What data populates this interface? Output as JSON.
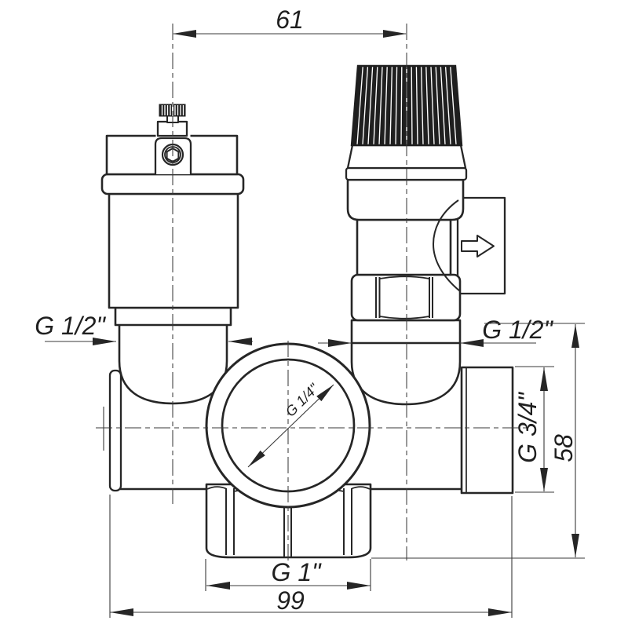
{
  "drawing": {
    "background": "#ffffff",
    "line_color": "#262626",
    "labels": {
      "width_top": "61",
      "thread_left": "G 1/2\"",
      "thread_right": "G 1/2\"",
      "thread_side_port": "G 3/4\"",
      "height_right": "58",
      "thread_bottom": "G 1\"",
      "width_overall": "99",
      "thread_center_port": "G 1/4\""
    }
  }
}
